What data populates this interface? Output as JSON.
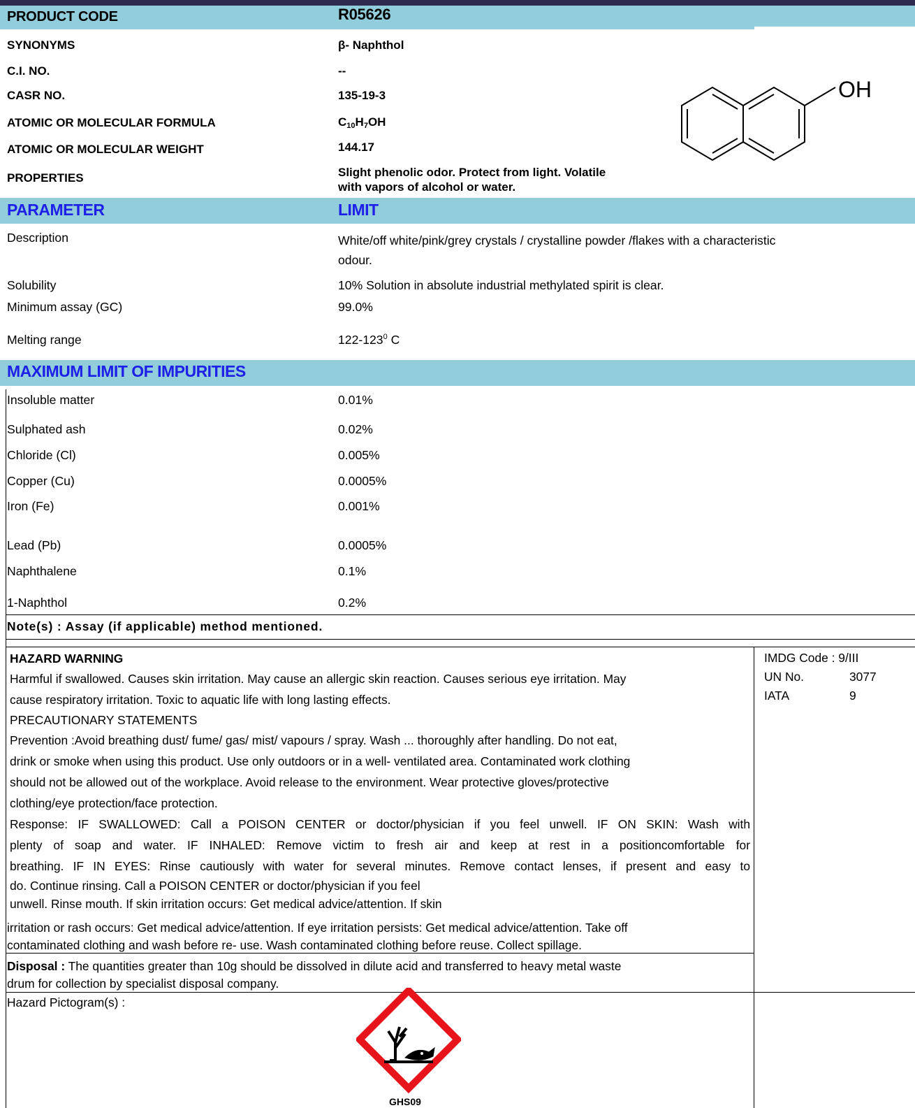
{
  "product": {
    "code_label": "PRODUCT CODE",
    "code_value": "R05626",
    "synonyms_label": "SYNONYMS",
    "synonyms_value": "β- Naphthol",
    "ci_label": "C.I. NO.",
    "ci_value": "--",
    "casr_label": "CASR NO.",
    "casr_value": "135-19-3",
    "formula_label": "ATOMIC OR MOLECULAR FORMULA",
    "formula_c": "C",
    "formula_c_sub": "10",
    "formula_h": "H",
    "formula_h_sub": "7",
    "formula_rest": "OH",
    "weight_label": "ATOMIC OR MOLECULAR WEIGHT",
    "weight_value": "144.17",
    "properties_label": "PROPERTIES",
    "properties_line1": "Slight phenolic odor. Protect from light. Volatile",
    "properties_line2": "with vapors of alcohol or water."
  },
  "structure": {
    "oh_label": "OH"
  },
  "spec": {
    "parameter_heading": "PARAMETER",
    "limit_heading": "LIMIT",
    "rows": [
      {
        "param": "Description",
        "line1": "White/off white/pink/grey crystals / crystalline powder /flakes with a characteristic",
        "line2": "odour."
      },
      {
        "param": "Solubility",
        "line1": "10% Solution in absolute industrial methylated spirit is clear."
      },
      {
        "param": "Minimum assay (GC)",
        "line1": "99.0%"
      },
      {
        "param": "Melting range",
        "line1": "122-123",
        "sup": "0",
        "suffix": " C"
      }
    ]
  },
  "impurities": {
    "heading": "MAXIMUM LIMIT OF IMPURITIES",
    "rows": [
      {
        "name": "Insoluble matter",
        "value": "0.01%"
      },
      {
        "name": "Sulphated ash",
        "value": "0.02%"
      },
      {
        "name": "Chloride (Cl)",
        "value": "0.005%"
      },
      {
        "name": "Copper (Cu)",
        "value": "0.0005%"
      },
      {
        "name": "Iron (Fe)",
        "value": "0.001%"
      },
      {
        "name": "Lead (Pb)",
        "value": "0.0005%"
      },
      {
        "name": "Naphthalene",
        "value": "0.1%"
      },
      {
        "name": "1-Naphthol",
        "value": "0.2%"
      }
    ]
  },
  "note": "Note(s) : Assay (if applicable) method mentioned.",
  "hazard": {
    "title": "HAZARD WARNING",
    "lines": [
      "Harmful if swallowed. Causes skin irritation. May cause an allergic skin reaction. Causes serious eye irritation. May",
      "cause respiratory irritation. Toxic to aquatic life with long lasting effects.",
      "PRECAUTIONARY STATEMENTS",
      "Prevention :Avoid breathing dust/ fume/ gas/ mist/ vapours / spray. Wash ... thoroughly after handling. Do not eat,",
      "drink or smoke when using this product. Use only outdoors or in a well- ventilated area. Contaminated work clothing",
      "should not be allowed out of the workplace. Avoid release to the environment. Wear protective gloves/protective",
      "clothing/eye protection/face protection."
    ],
    "response_lines": [
      "Response: IF SWALLOWED: Call a POISON CENTER or doctor/physician if you feel unwell. IF ON SKIN: Wash with",
      "plenty of soap and water. IF INHALED: Remove victim to fresh air and keep at rest in a positioncomfortable for",
      "breathing. IF IN EYES: Rinse cautiously with water for several minutes. Remove contact lenses, if present and easy to"
    ],
    "tail_lines": [
      "do. Continue rinsing. Call a POISON CENTER or doctor/physician if you feel",
      "unwell. Rinse mouth. If skin irritation occurs: Get medical advice/attention. If skin"
    ],
    "last_lines": [
      "irritation or rash occurs: Get medical advice/attention. If eye irritation persists: Get medical advice/attention. Take off",
      "contaminated clothing and wash before re- use. Wash contaminated clothing before reuse. Collect spillage."
    ]
  },
  "transport": {
    "imdg": "IMDG Code : 9/III",
    "un_label": "UN No.",
    "un_value": "3077",
    "iata_label": "IATA",
    "iata_value": "9"
  },
  "disposal": {
    "label": "Disposal :",
    "line1": " The quantities greater than 10g should be dissolved in dilute acid and transferred to heavy metal waste",
    "line2": "drum for collection by specialist disposal company."
  },
  "pictogram": {
    "label": "Hazard Pictogram(s) :",
    "code": "GHS09",
    "border_color": "#e8141b"
  }
}
